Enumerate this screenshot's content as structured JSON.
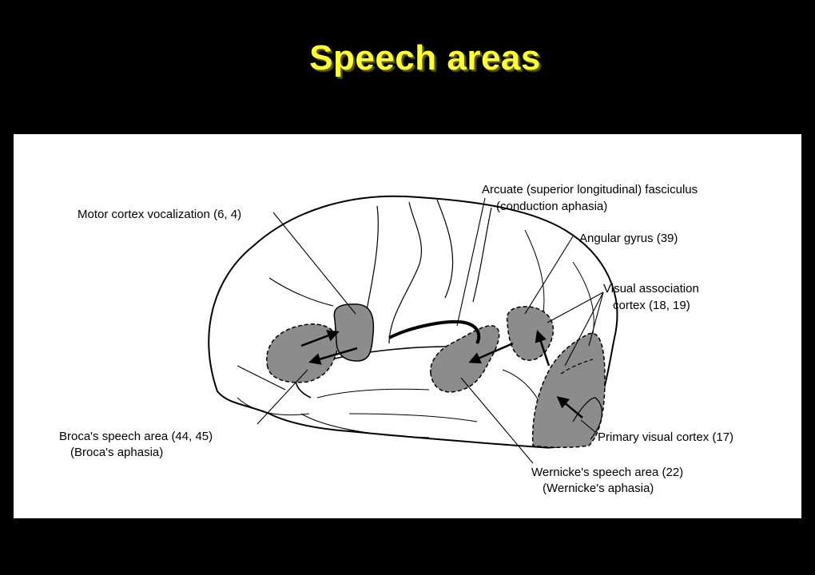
{
  "title": "Speech areas",
  "colors": {
    "background": "#000000",
    "title": "#ffff33",
    "panel": "#ffffff",
    "region_fill": "#8c8c8c",
    "outline": "#000000"
  },
  "labels": {
    "motor_cortex": "Motor cortex vocalization (6, 4)",
    "arcuate_line1": "Arcuate (superior longitudinal) fasciculus",
    "arcuate_line2": "(conduction aphasia)",
    "angular_gyrus": "Angular gyrus (39)",
    "visual_assoc_line1": "Visual association",
    "visual_assoc_line2": "cortex (18, 19)",
    "broca_line1": "Broca's speech area (44, 45)",
    "broca_line2": "(Broca's aphasia)",
    "primary_visual": "Primary visual cortex (17)",
    "wernicke_line1": "Wernicke's speech area (22)",
    "wernicke_line2": "(Wernicke's aphasia)"
  }
}
